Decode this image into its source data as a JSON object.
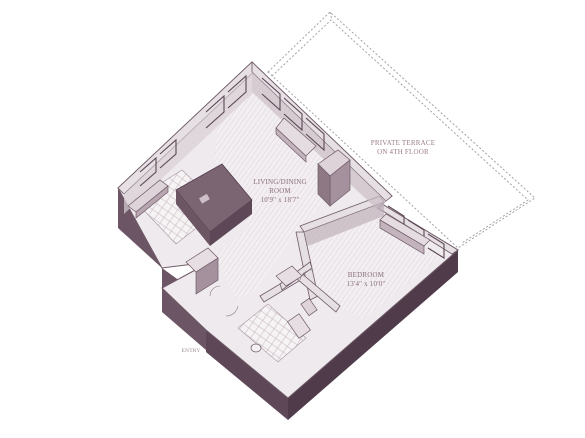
{
  "labels": {
    "terrace_line1": "PRIVATE TERRACE",
    "terrace_line2": "ON 4TH FLOOR",
    "living_line1": "LIVING/DINING",
    "living_line2": "ROOM",
    "living_dims": "10'9\" x 18'7\"",
    "bedroom_line1": "BEDROOM",
    "bedroom_dims": "13'4\" x 10'0\"",
    "entry": "ENTRY"
  },
  "colors": {
    "floor": "#f1edf0",
    "floor_hatch": "#e0d7dc",
    "wall_top": "#ece6ea",
    "wall_side_dark": "#5e4858",
    "wall_side_mid": "#8d7784",
    "line": "#6e5a66",
    "terrace_dash": "#9a9aa0",
    "text": "#8a6f7c"
  }
}
